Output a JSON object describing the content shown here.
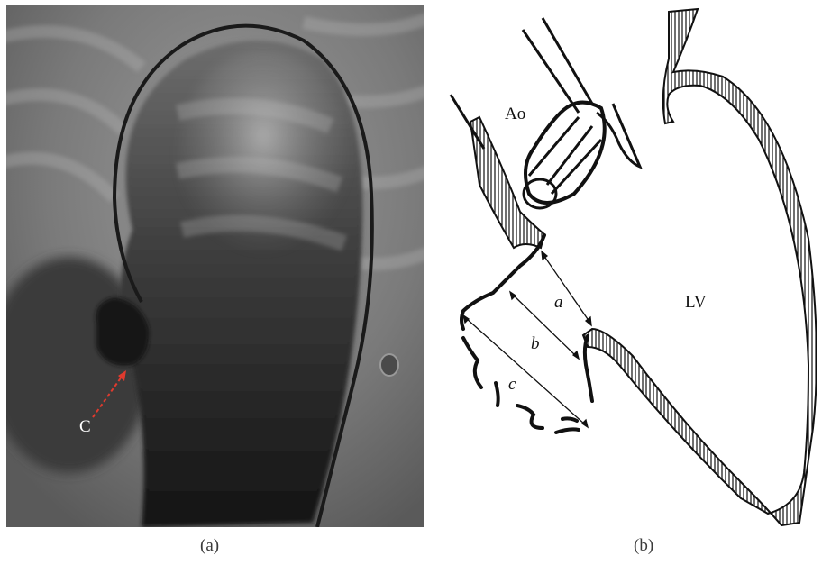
{
  "panel_a": {
    "caption": "(a)",
    "arrow_label": "C",
    "arrow_color": "#e03a2e"
  },
  "panel_b": {
    "caption": "(b)",
    "labels": {
      "ao": "Ao",
      "lv": "LV",
      "a": "a",
      "b": "b",
      "c": "c"
    }
  }
}
